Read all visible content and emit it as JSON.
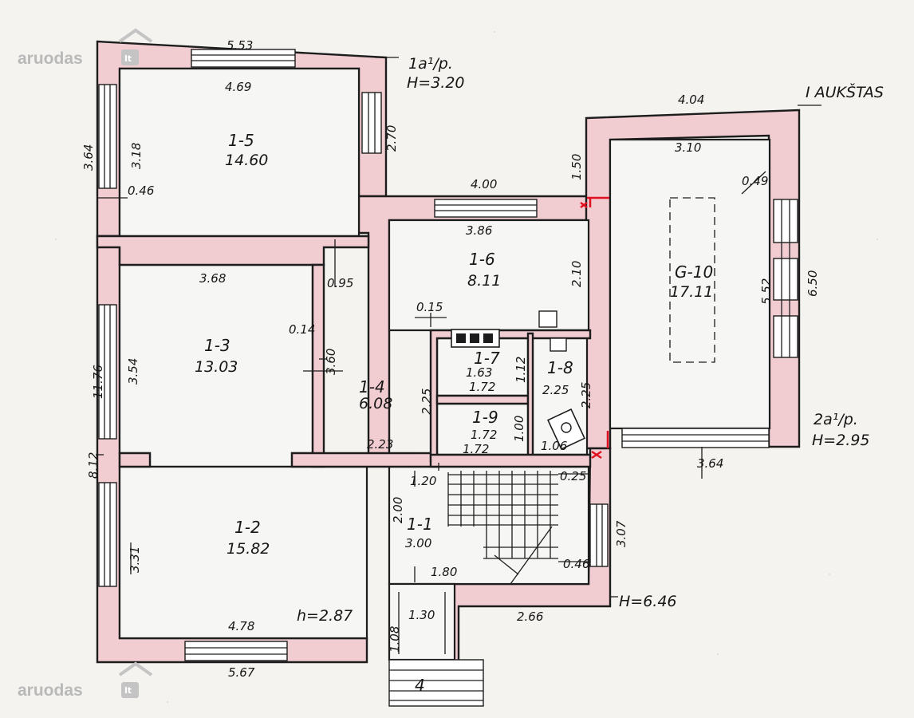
{
  "watermark": {
    "brand": "aruodas",
    "tld": "lt"
  },
  "headers": {
    "floor_title": "I AUKŠTAS",
    "height_label_1": "1a¹/p.",
    "height_value_1": "H=3.20",
    "height_label_2": "2a¹/p.",
    "height_value_2": "H=2.95",
    "total_height": "H=6.46",
    "room_height": "h=2.87"
  },
  "rooms": [
    {
      "code": "1-5",
      "area": "14.60"
    },
    {
      "code": "1-3",
      "area": "13.03"
    },
    {
      "code": "1-2",
      "area": "15.82"
    },
    {
      "code": "1-6",
      "area": "8.11"
    },
    {
      "code": "1-4",
      "area": "6.08"
    },
    {
      "code": "1-7",
      "area": "1.63",
      "area_2": "1.72"
    },
    {
      "code": "1-8",
      "area": "2.25"
    },
    {
      "code": "1-9",
      "area": "1.72",
      "area_2": "1.72"
    },
    {
      "code": "1-1",
      "area": "3.00"
    },
    {
      "code": "G-10",
      "area": "17.11"
    }
  ],
  "dimensions": {
    "d_553": "5.53",
    "d_469": "4.69",
    "d_270": "2.70",
    "d_364_left": "3.64",
    "d_318": "3.18",
    "d_046": "0.46",
    "d_404": "4.04",
    "d_310": "3.10",
    "d_150": "1.50",
    "d_049": "0.49",
    "d_400": "4.00",
    "d_386": "3.86",
    "d_210": "2.10",
    "d_552": "5.52",
    "d_650": "6.50",
    "d_368": "3.68",
    "d_095": "0.95",
    "d_015": "0.15",
    "d_014": "0.14",
    "d_360": "3.60",
    "d_1176": "11.76",
    "d_354": "3.54",
    "d_225_a": "2.25",
    "d_112": "1.12",
    "d_225_b": "2.25",
    "d_100": "1.00",
    "d_106": "1.06",
    "d_223": "2.23",
    "d_812": "8.12",
    "d_120": "1.20",
    "d_025": "0.25",
    "d_364_right": "3.64",
    "d_200": "2.00",
    "d_307": "3.07",
    "d_331": "3.31",
    "d_046_b": "0.46",
    "d_180": "1.80",
    "d_130": "1.30",
    "d_266": "2.66",
    "d_478": "4.78",
    "d_108": "1.08",
    "d_567": "5.67",
    "step_mark": "4"
  }
}
